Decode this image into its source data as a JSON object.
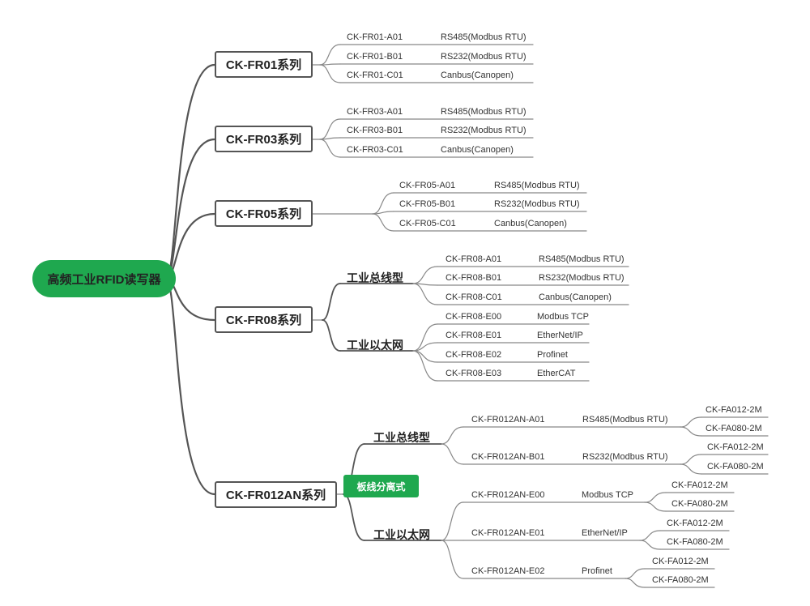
{
  "root": {
    "label": "高频工业RFID读写器",
    "color": "#1fa84f"
  },
  "series": [
    {
      "id": "fr01",
      "label": "CK-FR01系列",
      "models": [
        {
          "code": "CK-FR01-A01",
          "protocol": "RS485(Modbus RTU)"
        },
        {
          "code": "CK-FR01-B01",
          "protocol": "RS232(Modbus RTU)"
        },
        {
          "code": "CK-FR01-C01",
          "protocol": "Canbus(Canopen)"
        }
      ]
    },
    {
      "id": "fr03",
      "label": "CK-FR03系列",
      "models": [
        {
          "code": "CK-FR03-A01",
          "protocol": "RS485(Modbus RTU)"
        },
        {
          "code": "CK-FR03-B01",
          "protocol": "RS232(Modbus RTU)"
        },
        {
          "code": "CK-FR03-C01",
          "protocol": "Canbus(Canopen)"
        }
      ]
    },
    {
      "id": "fr05",
      "label": "CK-FR05系列",
      "models": [
        {
          "code": "CK-FR05-A01",
          "protocol": "RS485(Modbus RTU)"
        },
        {
          "code": "CK-FR05-B01",
          "protocol": "RS232(Modbus RTU)"
        },
        {
          "code": "CK-FR05-C01",
          "protocol": "Canbus(Canopen)"
        }
      ]
    },
    {
      "id": "fr08",
      "label": "CK-FR08系列",
      "groups": [
        {
          "label": "工业总线型",
          "models": [
            {
              "code": "CK-FR08-A01",
              "protocol": "RS485(Modbus RTU)"
            },
            {
              "code": "CK-FR08-B01",
              "protocol": "RS232(Modbus RTU)"
            },
            {
              "code": "CK-FR08-C01",
              "protocol": "Canbus(Canopen)"
            }
          ]
        },
        {
          "label": "工业以太网",
          "models": [
            {
              "code": "CK-FR08-E00",
              "protocol": "Modbus TCP"
            },
            {
              "code": "CK-FR08-E01",
              "protocol": "EtherNet/IP"
            },
            {
              "code": "CK-FR08-E02",
              "protocol": "Profinet"
            },
            {
              "code": "CK-FR08-E03",
              "protocol": "EtherCAT"
            }
          ]
        }
      ]
    },
    {
      "id": "fr012an",
      "label": "CK-FR012AN系列",
      "tag": "板线分离式",
      "groups": [
        {
          "label": "工业总线型",
          "models": [
            {
              "code": "CK-FR012AN-A01",
              "protocol": "RS485(Modbus RTU)",
              "antennas": [
                "CK-FA012-2M",
                "CK-FA080-2M"
              ]
            },
            {
              "code": "CK-FR012AN-B01",
              "protocol": "RS232(Modbus RTU)",
              "antennas": [
                "CK-FA012-2M",
                "CK-FA080-2M"
              ]
            }
          ]
        },
        {
          "label": "工业以太网",
          "models": [
            {
              "code": "CK-FR012AN-E00",
              "protocol": "Modbus TCP",
              "antennas": [
                "CK-FA012-2M",
                "CK-FA080-2M"
              ]
            },
            {
              "code": "CK-FR012AN-E01",
              "protocol": "EtherNet/IP",
              "antennas": [
                "CK-FA012-2M",
                "CK-FA080-2M"
              ]
            },
            {
              "code": "CK-FR012AN-E02",
              "protocol": "Profinet",
              "antennas": [
                "CK-FA012-2M",
                "CK-FA080-2M"
              ]
            }
          ]
        }
      ]
    }
  ],
  "colors": {
    "line": "#555555",
    "thinLine": "#888888",
    "accent": "#1fa84f"
  }
}
